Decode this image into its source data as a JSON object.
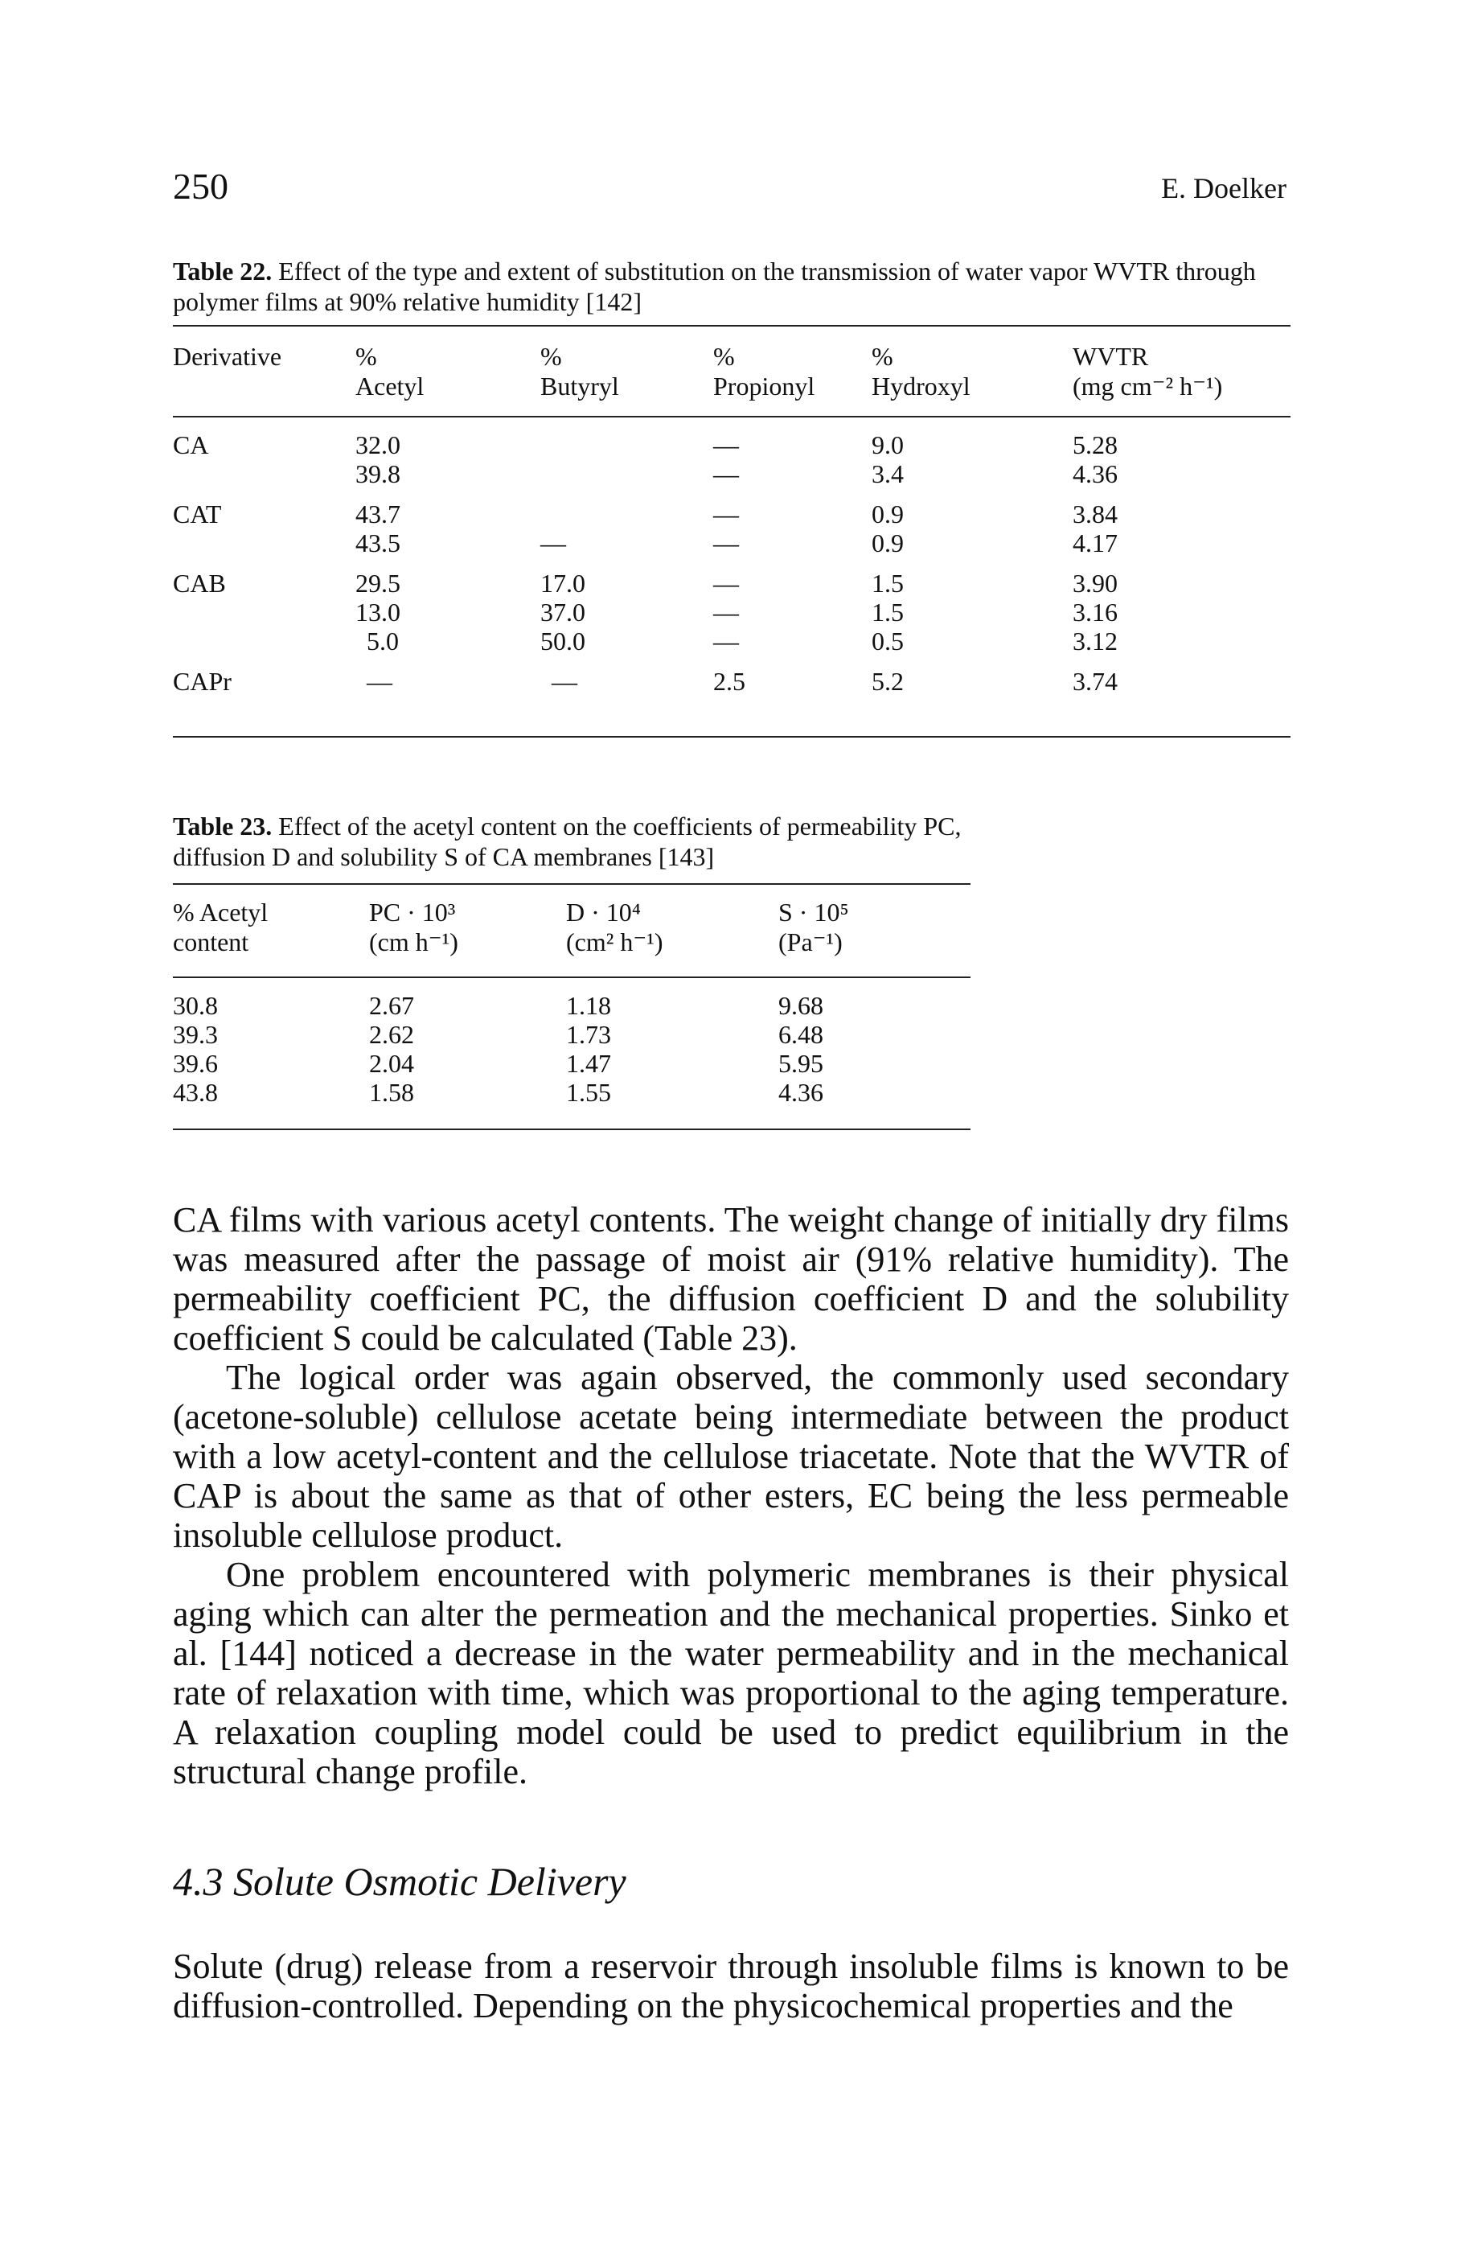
{
  "header": {
    "page_number": "250",
    "running_head": "E. Doelker"
  },
  "table22": {
    "label": "Table 22.",
    "caption": "Effect of the type and extent of substitution on the transmission of water vapor WVTR through polymer films at 90% relative humidity [142]",
    "columns": [
      {
        "line1": "Derivative",
        "line2": ""
      },
      {
        "line1": "%",
        "line2": "Acetyl"
      },
      {
        "line1": "%",
        "line2": "Butyryl"
      },
      {
        "line1": "%",
        "line2": "Propionyl"
      },
      {
        "line1": "%",
        "line2": "Hydroxyl"
      },
      {
        "line1": "WVTR",
        "line2": "(mg cm⁻² h⁻¹)"
      }
    ],
    "rows": [
      [
        "CA",
        "32.0",
        "",
        "—",
        "9.0",
        "5.28"
      ],
      [
        "",
        "39.8",
        "",
        "—",
        "3.4",
        "4.36"
      ],
      [
        "CAT",
        "43.7",
        "",
        "—",
        "0.9",
        "3.84"
      ],
      [
        "",
        "43.5",
        "—",
        "—",
        "0.9",
        "4.17"
      ],
      [
        "CAB",
        "29.5",
        "17.0",
        "—",
        "1.5",
        "3.90"
      ],
      [
        "",
        "13.0",
        "37.0",
        "—",
        "1.5",
        "3.16"
      ],
      [
        "",
        "5.0",
        "50.0",
        "—",
        "0.5",
        "3.12"
      ],
      [
        "CAPr",
        "—",
        "—",
        "2.5",
        "5.2",
        "3.74"
      ]
    ]
  },
  "table23": {
    "label": "Table 23.",
    "caption": "Effect of the acetyl content on the coefficients of permeability PC, diffusion D and solubility S of CA membranes [143]",
    "columns": [
      {
        "line1": "% Acetyl",
        "line2": "content"
      },
      {
        "line1": "PC · 10³",
        "line2": "(cm h⁻¹)"
      },
      {
        "line1": "D · 10⁴",
        "line2": "(cm² h⁻¹)"
      },
      {
        "line1": "S · 10⁵",
        "line2": "(Pa⁻¹)"
      }
    ],
    "rows": [
      [
        "30.8",
        "2.67",
        "1.18",
        "9.68"
      ],
      [
        "39.3",
        "2.62",
        "1.73",
        "6.48"
      ],
      [
        "39.6",
        "2.04",
        "1.47",
        "5.95"
      ],
      [
        "43.8",
        "1.58",
        "1.55",
        "4.36"
      ]
    ]
  },
  "body": {
    "paragraphs": [
      "CA films with various acetyl contents. The weight change of initially dry films was measured after the passage of moist air (91% relative humidity). The permeability coefficient PC, the diffusion coefficient D and the solubility coefficient S could be calculated (Table 23).",
      "The logical order was again observed, the commonly used secondary (acetone-soluble) cellulose acetate being intermediate between the product with a low acetyl-content and the cellulose triacetate. Note that the WVTR of CAP is about the same as that of other esters, EC being the less permeable insoluble cellulose product.",
      "One problem encountered with polymeric membranes is their physical aging which can alter the permeation and the mechanical properties. Sinko et al. [144] noticed a decrease in the water permeability and in the mechanical rate of relaxation with time, which was proportional to the aging temperature. A relaxation coupling model could be used to predict equilibrium in the structural change profile."
    ],
    "section_title": "4.3 Solute Osmotic Delivery",
    "final_paragraph": "Solute (drug) release from a reservoir through insoluble films is known to be diffusion-controlled. Depending on the physicochemical properties and the"
  }
}
